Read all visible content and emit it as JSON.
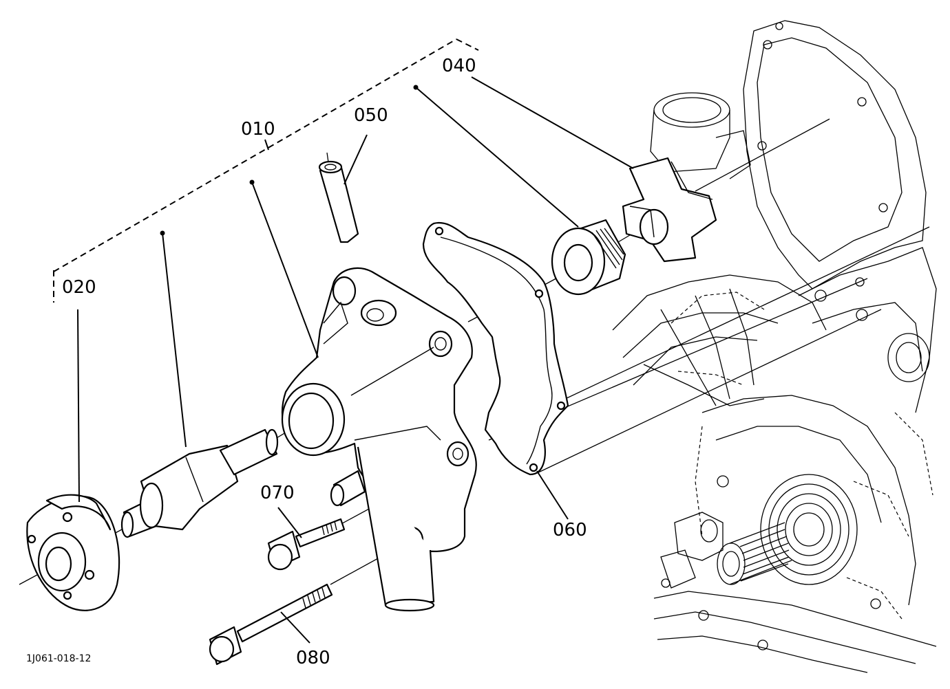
{
  "diagram": {
    "document_id": "1J061-018-12",
    "callouts": [
      {
        "id": "010",
        "label": "010"
      },
      {
        "id": "020",
        "label": "020"
      },
      {
        "id": "040",
        "label": "040"
      },
      {
        "id": "050",
        "label": "050"
      },
      {
        "id": "060",
        "label": "060"
      },
      {
        "id": "070",
        "label": "070"
      },
      {
        "id": "080",
        "label": "080"
      }
    ]
  }
}
